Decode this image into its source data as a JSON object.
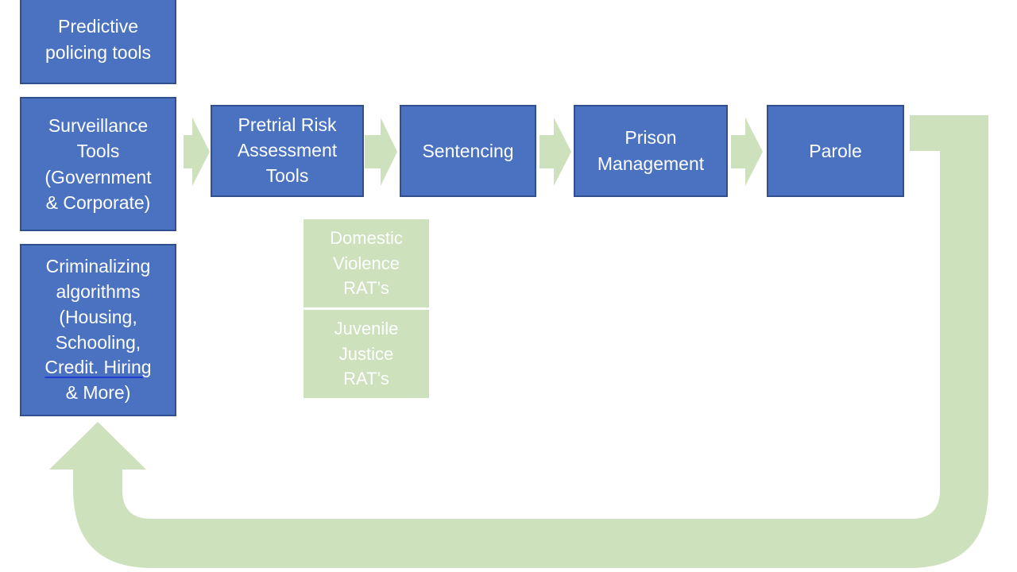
{
  "colors": {
    "box_fill": "#4a72c0",
    "box_border": "#2f4f8f",
    "green_fill": "#cde1bd",
    "box_text": "#ffffff"
  },
  "boxes": {
    "predictive_policing": "Predictive\npolicing tools",
    "surveillance": "Surveillance\nTools\n(Government\n& Corporate)",
    "criminalizing_pre": "Criminalizing\nalgorithms\n(Housing,\nSchooling,",
    "criminalizing_link": "Credit.  Hiring",
    "criminalizing_post": "& More)",
    "pretrial": "Pretrial Risk\nAssessment\nTools",
    "sentencing": "Sentencing",
    "prison": "Prison\nManagement",
    "parole": "Parole"
  },
  "sub_boxes": {
    "domestic_violence": "Domestic\nViolence\nRAT’s",
    "juvenile_justice": "Juvenile\nJustice\nRAT’s"
  }
}
